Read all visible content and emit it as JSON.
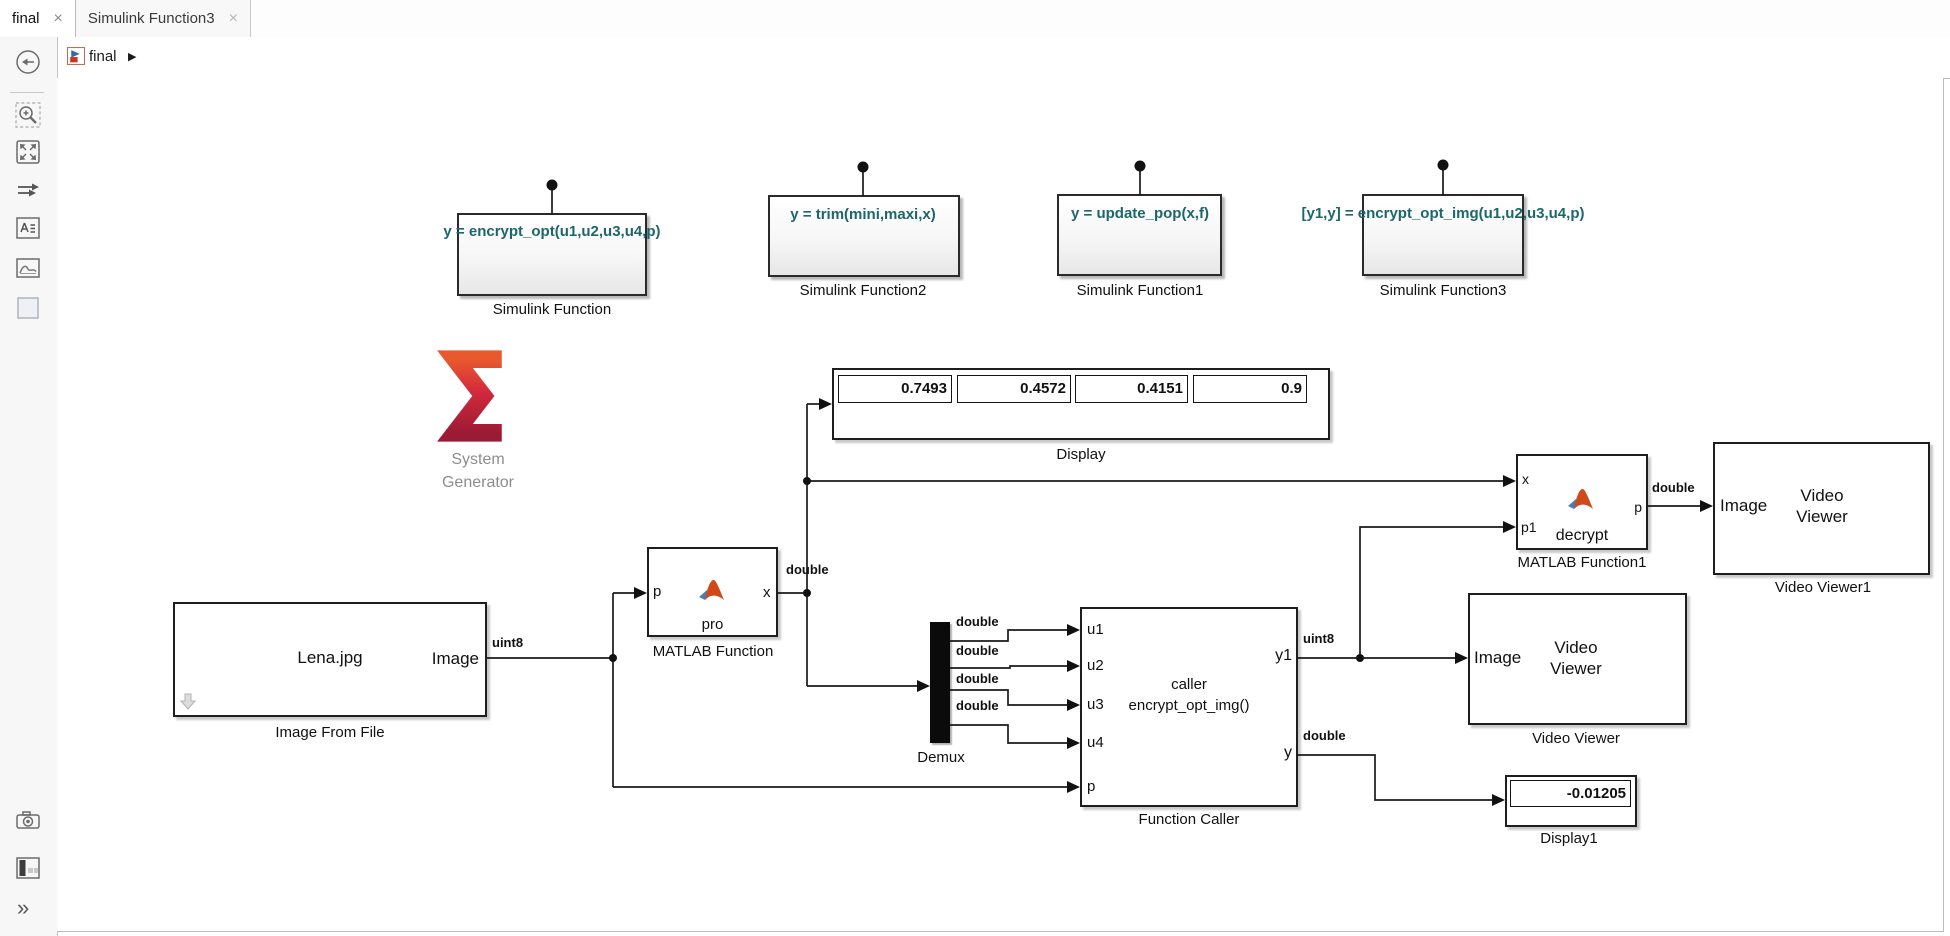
{
  "window": {
    "tabs": [
      {
        "label": "final",
        "active": true
      },
      {
        "label": "Simulink Function3",
        "active": false
      }
    ],
    "breadcrumb": {
      "model": "final"
    }
  },
  "icons": {
    "close": "×",
    "breadcrumb_arrow": "▶",
    "more_chevrons": "»"
  },
  "canvas": {
    "simulink_functions": [
      {
        "signature": "y = encrypt_opt(u1,u2,u3,u4,p)",
        "label": "Simulink Function"
      },
      {
        "signature": "y = trim(mini,maxi,x)",
        "label": "Simulink Function2"
      },
      {
        "signature": "y = update_pop(x,f)",
        "label": "Simulink Function1"
      },
      {
        "signature": "[y1,y] = encrypt_opt_img(u1,u2,u3,u4,p)",
        "label": "Simulink Function3"
      }
    ],
    "system_generator": {
      "line1": "System",
      "line2": "Generator"
    },
    "display": {
      "label": "Display",
      "values": [
        "0.7493",
        "0.4572",
        "0.4151",
        "0.9"
      ]
    },
    "image_from_file": {
      "file": "Lena.jpg",
      "out_port": "Image",
      "out_signal": "uint8",
      "label": "Image From File"
    },
    "matlab_function": {
      "in_port": "p",
      "out_port": "x",
      "name": "pro",
      "out_signal": "double",
      "label": "MATLAB Function"
    },
    "demux": {
      "label": "Demux",
      "signals": [
        "double",
        "double",
        "double",
        "double"
      ]
    },
    "function_caller": {
      "inputs": [
        "u1",
        "u2",
        "u3",
        "u4",
        "p"
      ],
      "line1": "caller",
      "line2": "encrypt_opt_img()",
      "out1": "y1",
      "out1_signal": "uint8",
      "out2": "y",
      "out2_signal": "double",
      "label": "Function Caller"
    },
    "matlab_function1": {
      "in1": "x",
      "in2": "p1",
      "name": "decrypt",
      "out_port": "p",
      "out_signal": "double",
      "label": "MATLAB Function1"
    },
    "video_viewer1": {
      "in_port": "Image",
      "line1": "Video",
      "line2": "Viewer",
      "label": "Video Viewer1"
    },
    "video_viewer": {
      "in_port": "Image",
      "line1": "Video",
      "line2": "Viewer",
      "label": "Video Viewer"
    },
    "display1": {
      "value": "-0.01205",
      "label": "Display1"
    }
  },
  "colors": {
    "signature_teal": "#1d666b",
    "wire_black": "#1a1a1a",
    "logo_red_top": "#e85a2e",
    "logo_red_bottom": "#9c1b34"
  }
}
